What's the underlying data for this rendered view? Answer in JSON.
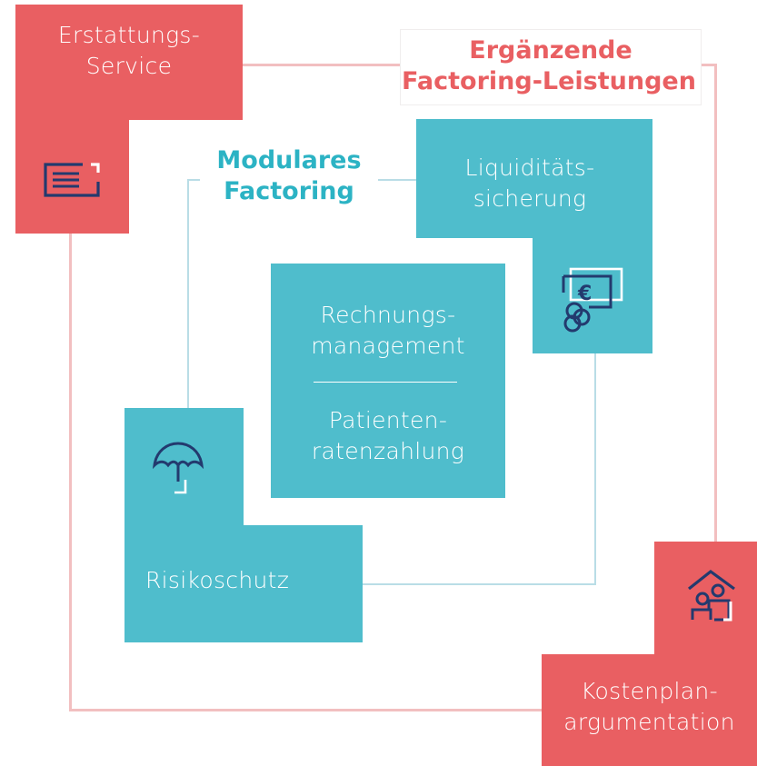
{
  "colors": {
    "red_block": "#e95f62",
    "teal_block": "#4fbdcc",
    "red_frame_line": "#f2bfc0",
    "teal_frame_line": "#b9dde6",
    "icon_navy": "#233a6e"
  },
  "outer_title": {
    "line1": "Ergänzende",
    "line2": "Factoring-Leistungen"
  },
  "inner_title": {
    "line1": "Modulares",
    "line2": "Factoring"
  },
  "blocks": {
    "erstattungs_service": {
      "line1": "Erstattungs-",
      "line2": "Service",
      "icon": "document-icon"
    },
    "kostenplan": {
      "line1": "Kostenplan-",
      "line2": "argumentation",
      "icon": "home-family-icon"
    },
    "liquiditaet": {
      "line1": "Liquiditäts-",
      "line2": "sicherung",
      "icon": "euro-coins-icon"
    },
    "risikoschutz": {
      "line1": "Risikoschutz",
      "icon": "umbrella-icon"
    },
    "center": {
      "top_line1": "Rechnungs-",
      "top_line2": "management",
      "bottom_line1": "Patienten-",
      "bottom_line2": "ratenzahlung"
    }
  }
}
